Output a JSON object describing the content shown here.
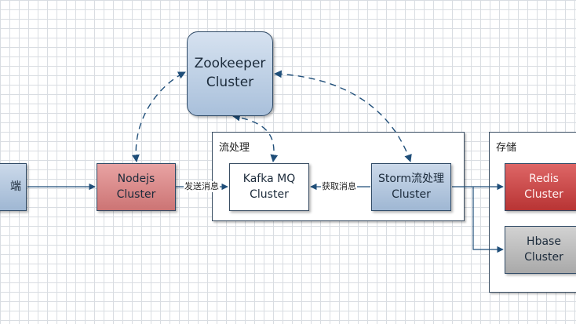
{
  "nodes": {
    "zookeeper": {
      "line1": "Zookeeper",
      "line2": "Cluster"
    },
    "client": {
      "label": "端"
    },
    "nodejs": {
      "line1": "Nodejs",
      "line2": "Cluster"
    },
    "kafka": {
      "line1": "Kafka MQ",
      "line2": "Cluster"
    },
    "storm": {
      "line1": "Storm流处理",
      "line2": "Cluster"
    },
    "redis": {
      "line1": "Redis",
      "line2": "Cluster"
    },
    "hbase": {
      "line1": "Hbase",
      "line2": "Cluster"
    }
  },
  "groups": {
    "stream": {
      "label": "流处理"
    },
    "storage": {
      "label": "存储"
    }
  },
  "edges": {
    "send_message": "发送消息",
    "fetch_message": "获取消息"
  },
  "colors": {
    "line": "#1f4e79",
    "redis": "#c94646",
    "nodejs": "#d98888",
    "zookeeper": "#b9cde3",
    "hbase": "#bdbdbd"
  }
}
